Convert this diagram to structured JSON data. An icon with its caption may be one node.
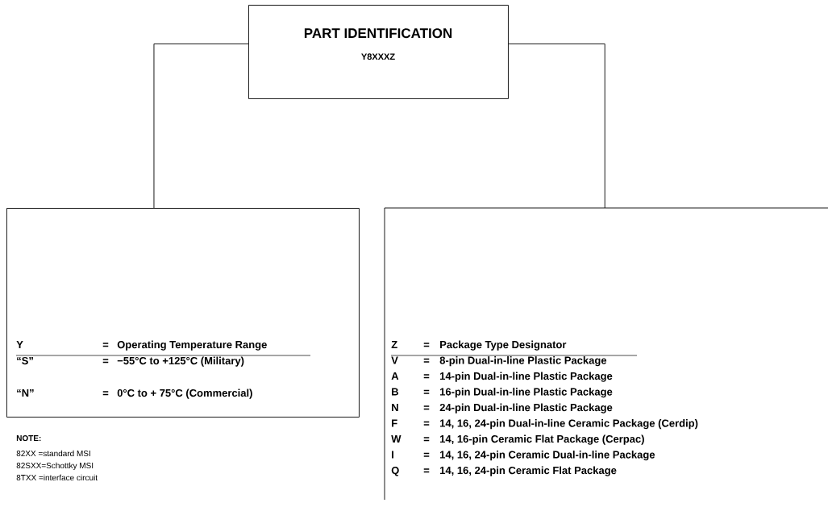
{
  "diagram": {
    "nodes": [
      {
        "text": [
          "PART IDENTIFICATION",
          "Y8XXXZ"
        ]
      },
      {
        "text": [
          "Y",
          "=",
          "Operating Temperature Range",
          "“S”",
          "=",
          "−55°C to +125°C (Military)",
          "“N”",
          "=",
          "0°C to + 75°C (Commercial)"
        ]
      },
      {
        "text": [
          "Z",
          "=",
          "Package Type Designator",
          "V",
          "=",
          "8-pin Dual-in-line Plastic Package",
          "A",
          "=",
          "14-pin Dual-in-line Plastic Package",
          "B",
          "=",
          "16-pin Dual-in-line Plastic Package",
          "N",
          "=",
          "24-pin Dual-in-line Plastic Package",
          "F",
          "=",
          "14, 16, 24-pin Dual-in-line Ceramic Package (Cerdip)",
          "W",
          "=",
          "14, 16-pin Ceramic Flat Package (Cerpac)",
          "I",
          "=",
          "14, 16, 24-pin Ceramic Dual-in-line Package",
          "Q",
          "=",
          "14, 16, 24-pin Ceramic Flat Package"
        ]
      }
    ],
    "edges": [
      {
        "from": 0,
        "to": 1,
        "arrow": "none"
      },
      {
        "from": 0,
        "to": 2,
        "arrow": "none"
      }
    ],
    "labels": [
      "NOTE:",
      "82XX =standard MSI",
      "82SXX=Schottky MSI",
      "8TXX =interface circuit"
    ]
  }
}
